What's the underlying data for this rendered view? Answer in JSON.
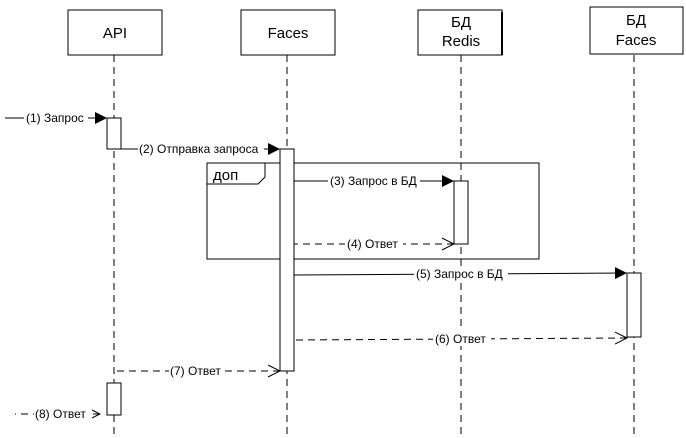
{
  "participants": [
    {
      "id": "api",
      "lines": [
        "API"
      ]
    },
    {
      "id": "faces",
      "lines": [
        "Faces"
      ]
    },
    {
      "id": "db_redis",
      "lines": [
        "БД",
        "Redis"
      ]
    },
    {
      "id": "db_faces",
      "lines": [
        "БД",
        "Faces"
      ]
    }
  ],
  "fragment": {
    "label": "доп"
  },
  "messages": [
    {
      "id": "m1",
      "label": "(1) Запрос",
      "kind": "sync"
    },
    {
      "id": "m2",
      "label": "(2) Отправка запроса",
      "kind": "sync"
    },
    {
      "id": "m3",
      "label": "(3) Запрос в БД",
      "kind": "sync"
    },
    {
      "id": "m4",
      "label": "(4) Ответ",
      "kind": "reply"
    },
    {
      "id": "m5",
      "label": "(5) Запрос в БД",
      "kind": "sync"
    },
    {
      "id": "m6",
      "label": "(6) Ответ",
      "kind": "reply"
    },
    {
      "id": "m7",
      "label": "(7) Ответ",
      "kind": "reply"
    },
    {
      "id": "m8",
      "label": "(8) Ответ",
      "kind": "reply"
    }
  ]
}
